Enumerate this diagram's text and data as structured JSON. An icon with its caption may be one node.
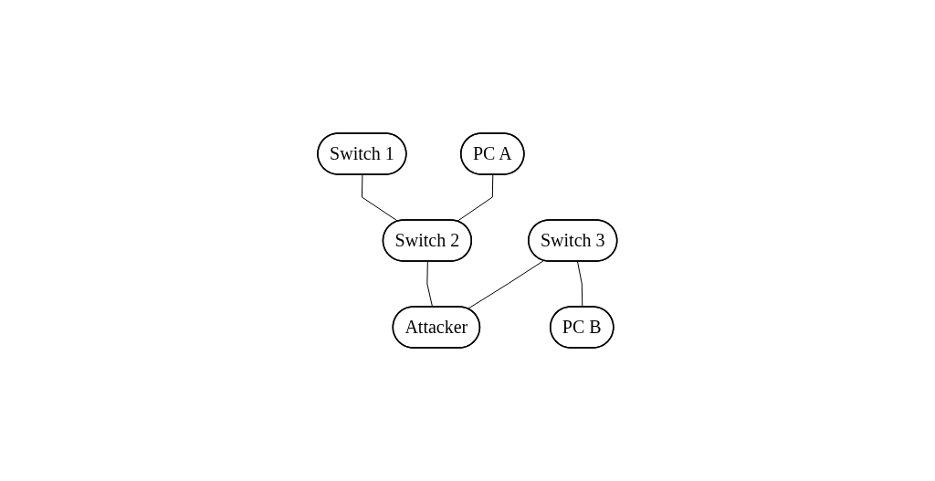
{
  "diagram": {
    "nodes": [
      {
        "text": [
          "Switch 1"
        ]
      },
      {
        "text": [
          "PC A"
        ]
      },
      {
        "text": [
          "Switch 2"
        ]
      },
      {
        "text": [
          "Switch 3"
        ]
      },
      {
        "text": [
          "PC B"
        ]
      },
      {
        "text": [
          "Attacker"
        ]
      }
    ],
    "edges": [
      {
        "from": 0,
        "to": 2,
        "arrow": "none"
      },
      {
        "from": 1,
        "to": 2,
        "arrow": "none"
      },
      {
        "from": 3,
        "to": 4,
        "arrow": "none"
      },
      {
        "from": 2,
        "to": 5,
        "arrow": "none"
      },
      {
        "from": 3,
        "to": 5,
        "arrow": "none"
      }
    ]
  }
}
